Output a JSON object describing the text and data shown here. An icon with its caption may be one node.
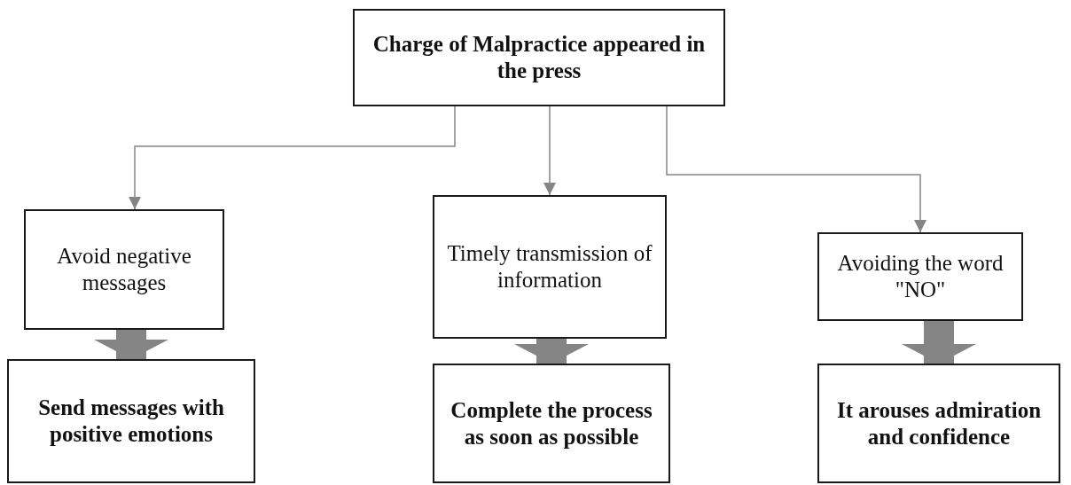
{
  "diagram": {
    "nodes": [
      {
        "text": [
          "Charge of Malpractice appeared in the press"
        ]
      },
      {
        "text": [
          "Avoid negative messages"
        ]
      },
      {
        "text": [
          "Timely transmission of information"
        ]
      },
      {
        "text": [
          "Avoiding the word \"NO\""
        ]
      },
      {
        "text": [
          "Send messages with positive emotions"
        ]
      },
      {
        "text": [
          "Complete the process as soon as possible"
        ]
      },
      {
        "text": [
          "It arouses admiration and confidence"
        ]
      }
    ],
    "edges": [
      {
        "from": 0,
        "to": 1,
        "arrow": "to"
      },
      {
        "from": 0,
        "to": 2,
        "arrow": "to"
      },
      {
        "from": 0,
        "to": 3,
        "arrow": "to"
      },
      {
        "from": 1,
        "to": 4,
        "arrow": "to",
        "style": "thick"
      },
      {
        "from": 2,
        "to": 5,
        "arrow": "to",
        "style": "thick"
      },
      {
        "from": 3,
        "to": 6,
        "arrow": "to",
        "style": "thick"
      }
    ]
  }
}
